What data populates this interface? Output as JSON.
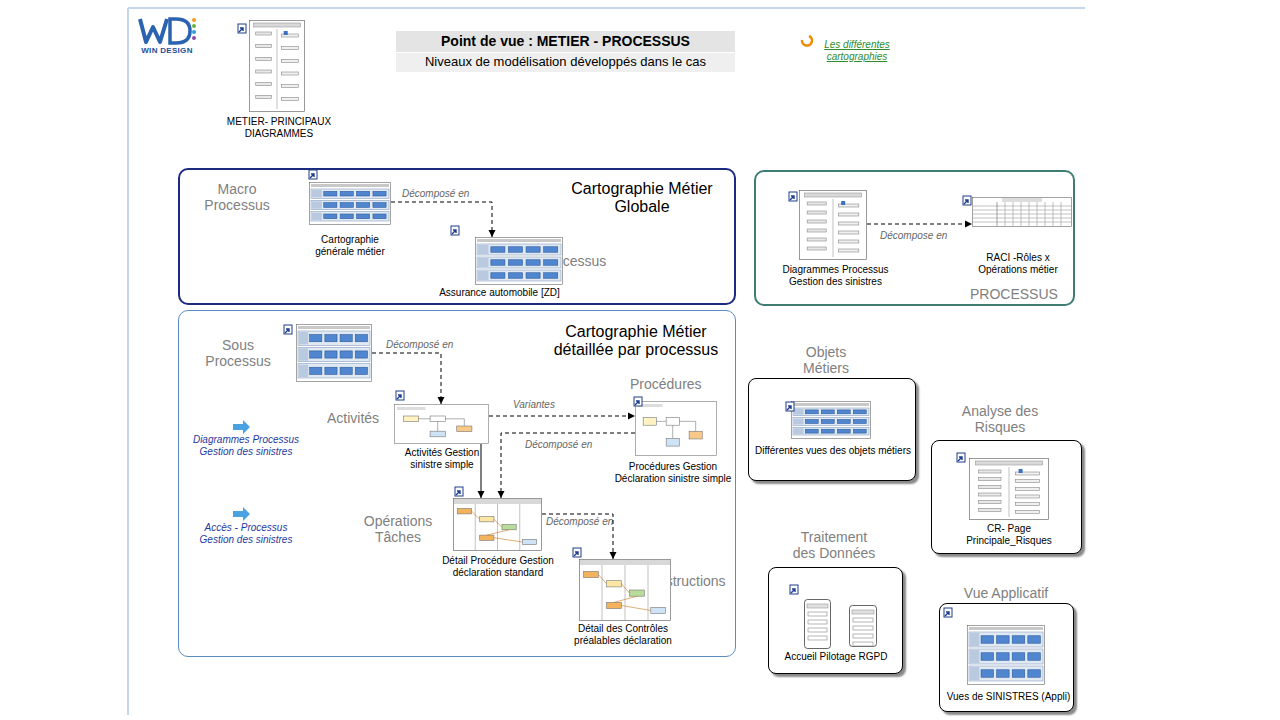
{
  "diagram": {
    "title": "Point de vue : METIER - PROCESSUS",
    "nodes": [
      {
        "text": [
          "METIER- PRINCIPAUX DIAGRAMMES"
        ]
      },
      {
        "text": [
          "Cartographie Métier Globale"
        ]
      },
      {
        "text": [
          "Cartographie générale métier"
        ],
        "in": 1
      },
      {
        "text": [
          "Assurance automobile [ZD]"
        ],
        "in": 1
      },
      {
        "text": [
          "PROCESSUS"
        ]
      },
      {
        "text": [
          "Diagrammes Processus Gestion des sinistres"
        ],
        "in": 4
      },
      {
        "text": [
          "RACI -Rôles x Opérations métier"
        ],
        "in": 4
      },
      {
        "text": [
          "Cartographie Métier détaillée par processus"
        ]
      },
      {
        "text": [
          "Sous Processus"
        ],
        "in": 7
      },
      {
        "text": [
          "Activités Gestion sinistre simple"
        ],
        "in": 7
      },
      {
        "text": [
          "Procédures Gestion Déclaration sinistre simple"
        ],
        "in": 7
      },
      {
        "text": [
          "Détail Procédure Gestion déclaration standard"
        ],
        "in": 7
      },
      {
        "text": [
          "Détail des Contrôles préalables déclaration"
        ],
        "in": 7
      },
      {
        "text": [
          "Objets Métiers",
          "Différentes vues des objets métiers"
        ]
      },
      {
        "text": [
          "Analyse des Risques",
          "CR- Page Principale_Risques"
        ]
      },
      {
        "text": [
          "Traitement des Données",
          "Accueil Pilotage RGPD"
        ]
      },
      {
        "text": [
          "Vue Applicatif",
          "Vues de SINISTRES (Appli)"
        ]
      }
    ],
    "edges": [
      {
        "from": 2,
        "to": 3,
        "label": "Décomposé en",
        "arrow": "to"
      },
      {
        "from": 5,
        "to": 6,
        "label": "Décompose en",
        "arrow": "to"
      },
      {
        "from": 8,
        "to": 9,
        "label": "Décomposé en",
        "arrow": "to"
      },
      {
        "from": 9,
        "to": 10,
        "label": "Variantes",
        "arrow": "to"
      },
      {
        "from": 10,
        "to": 11,
        "label": "Décomposé en",
        "arrow": "to"
      },
      {
        "from": 9,
        "to": 11,
        "arrow": "to"
      },
      {
        "from": 11,
        "to": 12,
        "label": "Décomposé en",
        "arrow": "to"
      }
    ],
    "labels": [
      "WIN DESIGN",
      "Niveaux de modélisation développés dans le cas",
      "Les différentes cartographies",
      "Macro Processus",
      "Processus",
      "Activités",
      "Procédures",
      "Opérations Tâches",
      "Instructions",
      "Diagrammes Processus Gestion des sinistres",
      "Accès - Processus Gestion des sinistres"
    ]
  }
}
